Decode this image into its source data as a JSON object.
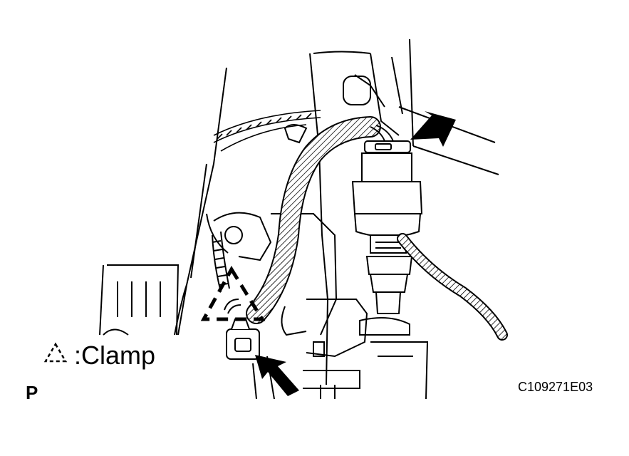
{
  "legend": {
    "symbol_icon": "dashed-triangle-clamp-icon",
    "label": ":Clamp"
  },
  "view_letter": "P",
  "figure_code": "C109271E03"
}
